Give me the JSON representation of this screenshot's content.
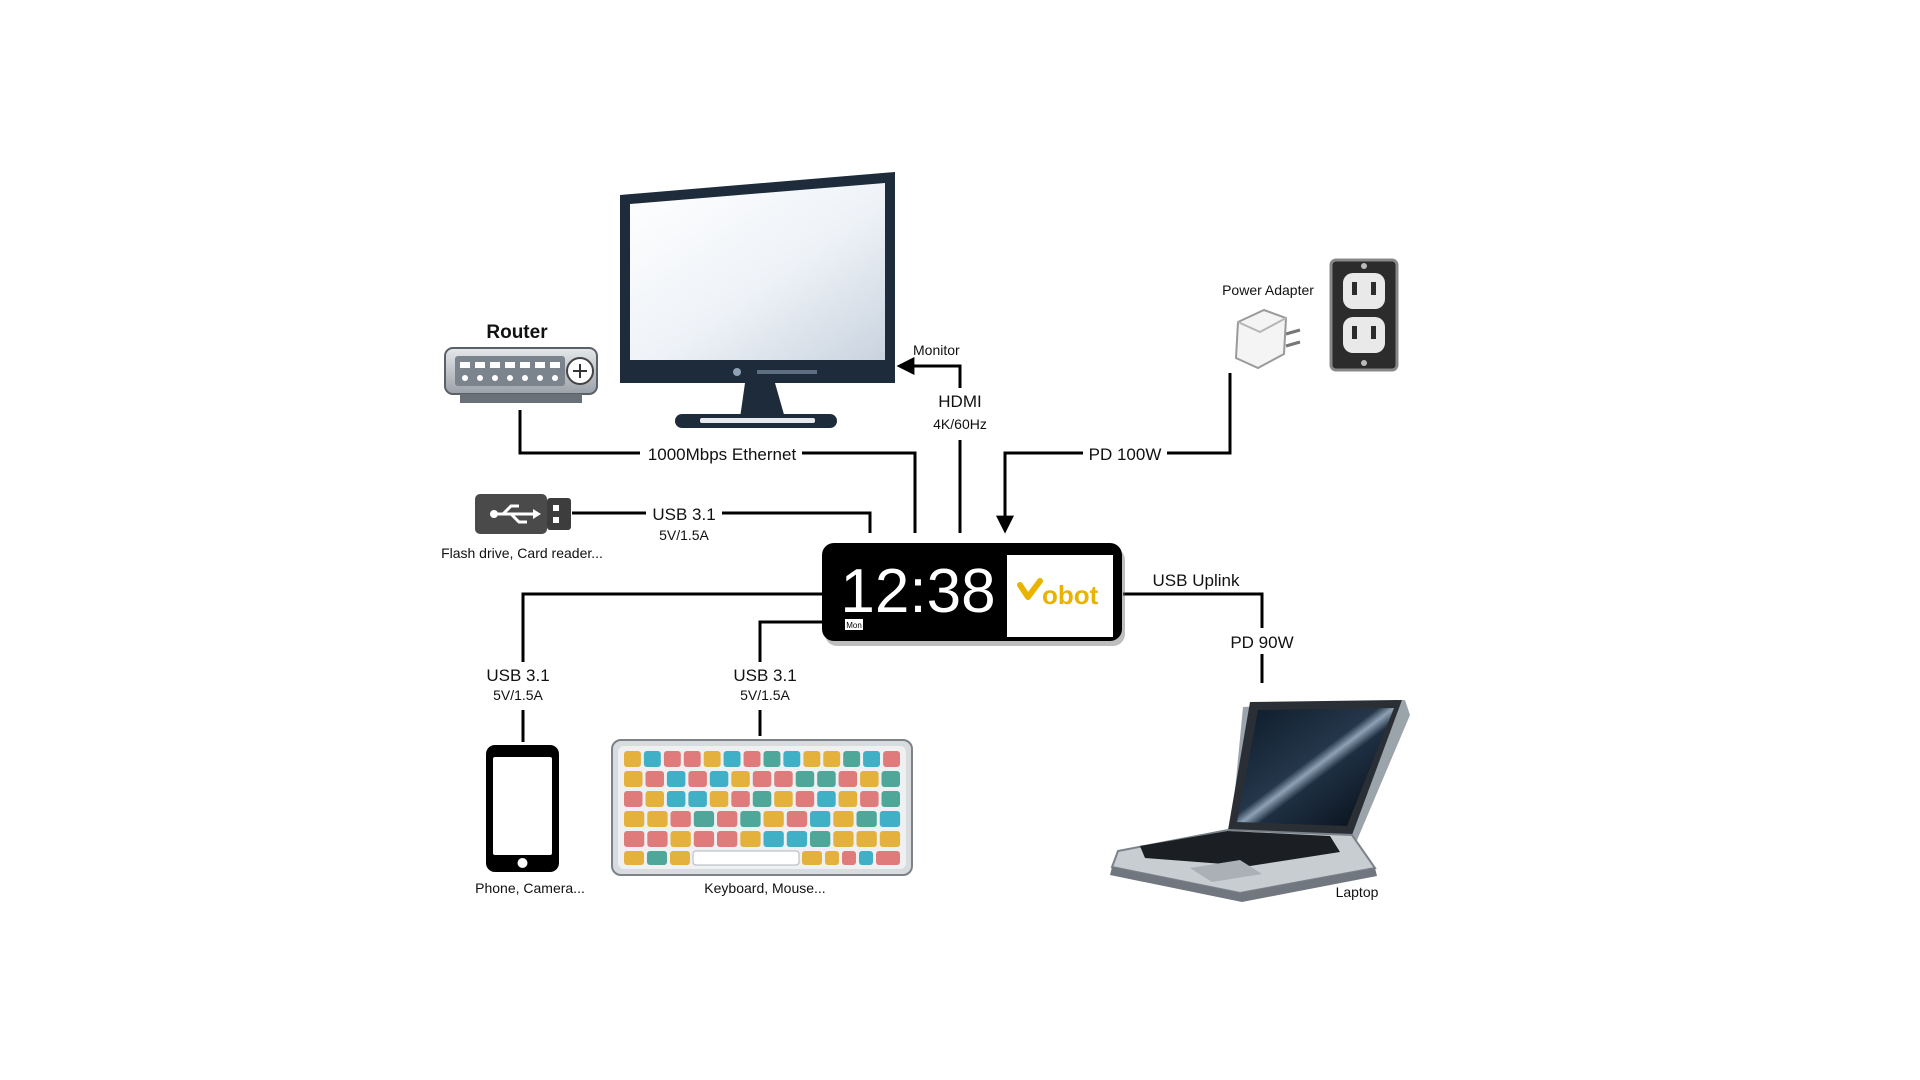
{
  "hub": {
    "time": "12:38",
    "day": "Mon",
    "brand": "obot",
    "brand_color": "#e8b400"
  },
  "devices": {
    "monitor": {
      "label": "Monitor"
    },
    "router": {
      "label": "Router"
    },
    "flash": {
      "label": "Flash drive, Card reader..."
    },
    "power": {
      "label": "Power Adapter"
    },
    "phone": {
      "label": "Phone, Camera..."
    },
    "keyboard": {
      "label": "Keyboard, Mouse..."
    },
    "laptop": {
      "label": "Laptop"
    }
  },
  "connections": {
    "hdmi": {
      "name": "HDMI",
      "spec": "4K/60Hz"
    },
    "ethernet": {
      "name": "1000Mbps Ethernet"
    },
    "usb_flash": {
      "name": "USB 3.1",
      "spec": "5V/1.5A"
    },
    "pd_in": {
      "name": "PD 100W"
    },
    "usb_uplink": {
      "name": "USB Uplink",
      "spec": "PD 90W"
    },
    "usb_phone": {
      "name": "USB 3.1",
      "spec": "5V/1.5A"
    },
    "usb_keyboard": {
      "name": "USB 3.1",
      "spec": "5V/1.5A"
    }
  }
}
